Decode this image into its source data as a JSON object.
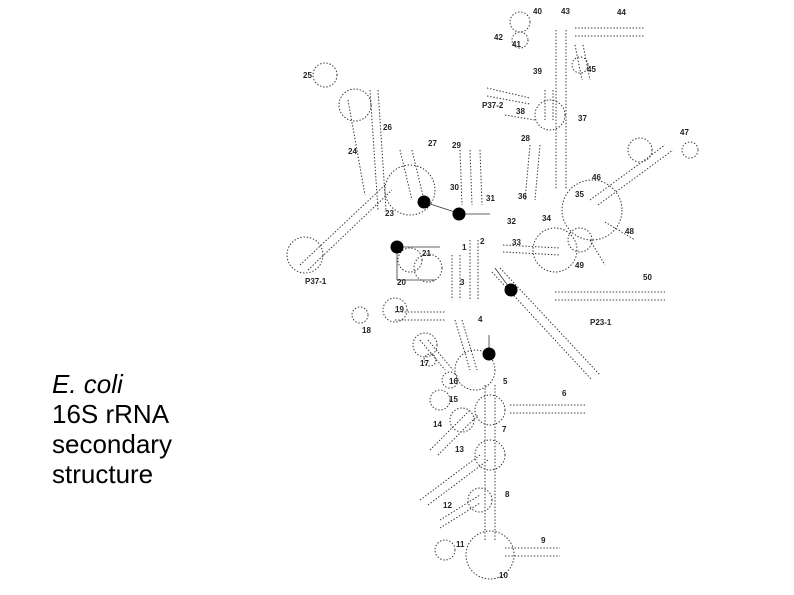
{
  "caption": {
    "organism": "E. coli",
    "line2": "16S rRNA",
    "line3": "secondary",
    "line4": "structure"
  },
  "helix_labels": [
    "1",
    "2",
    "3",
    "4",
    "5",
    "6",
    "7",
    "8",
    "9",
    "10",
    "11",
    "12",
    "13",
    "14",
    "15",
    "16",
    "17",
    "18",
    "19",
    "20",
    "21",
    "23",
    "24",
    "25",
    "26",
    "27",
    "28",
    "29",
    "30",
    "31",
    "32",
    "33",
    "34",
    "35",
    "36",
    "37",
    "38",
    "39",
    "40",
    "41",
    "42",
    "43",
    "44",
    "45",
    "46",
    "47",
    "48",
    "49",
    "50",
    "P23-1",
    "P37-1",
    "P37-2"
  ],
  "colors": {
    "text": "#000000",
    "strand": "#333333",
    "node": "#000000"
  }
}
